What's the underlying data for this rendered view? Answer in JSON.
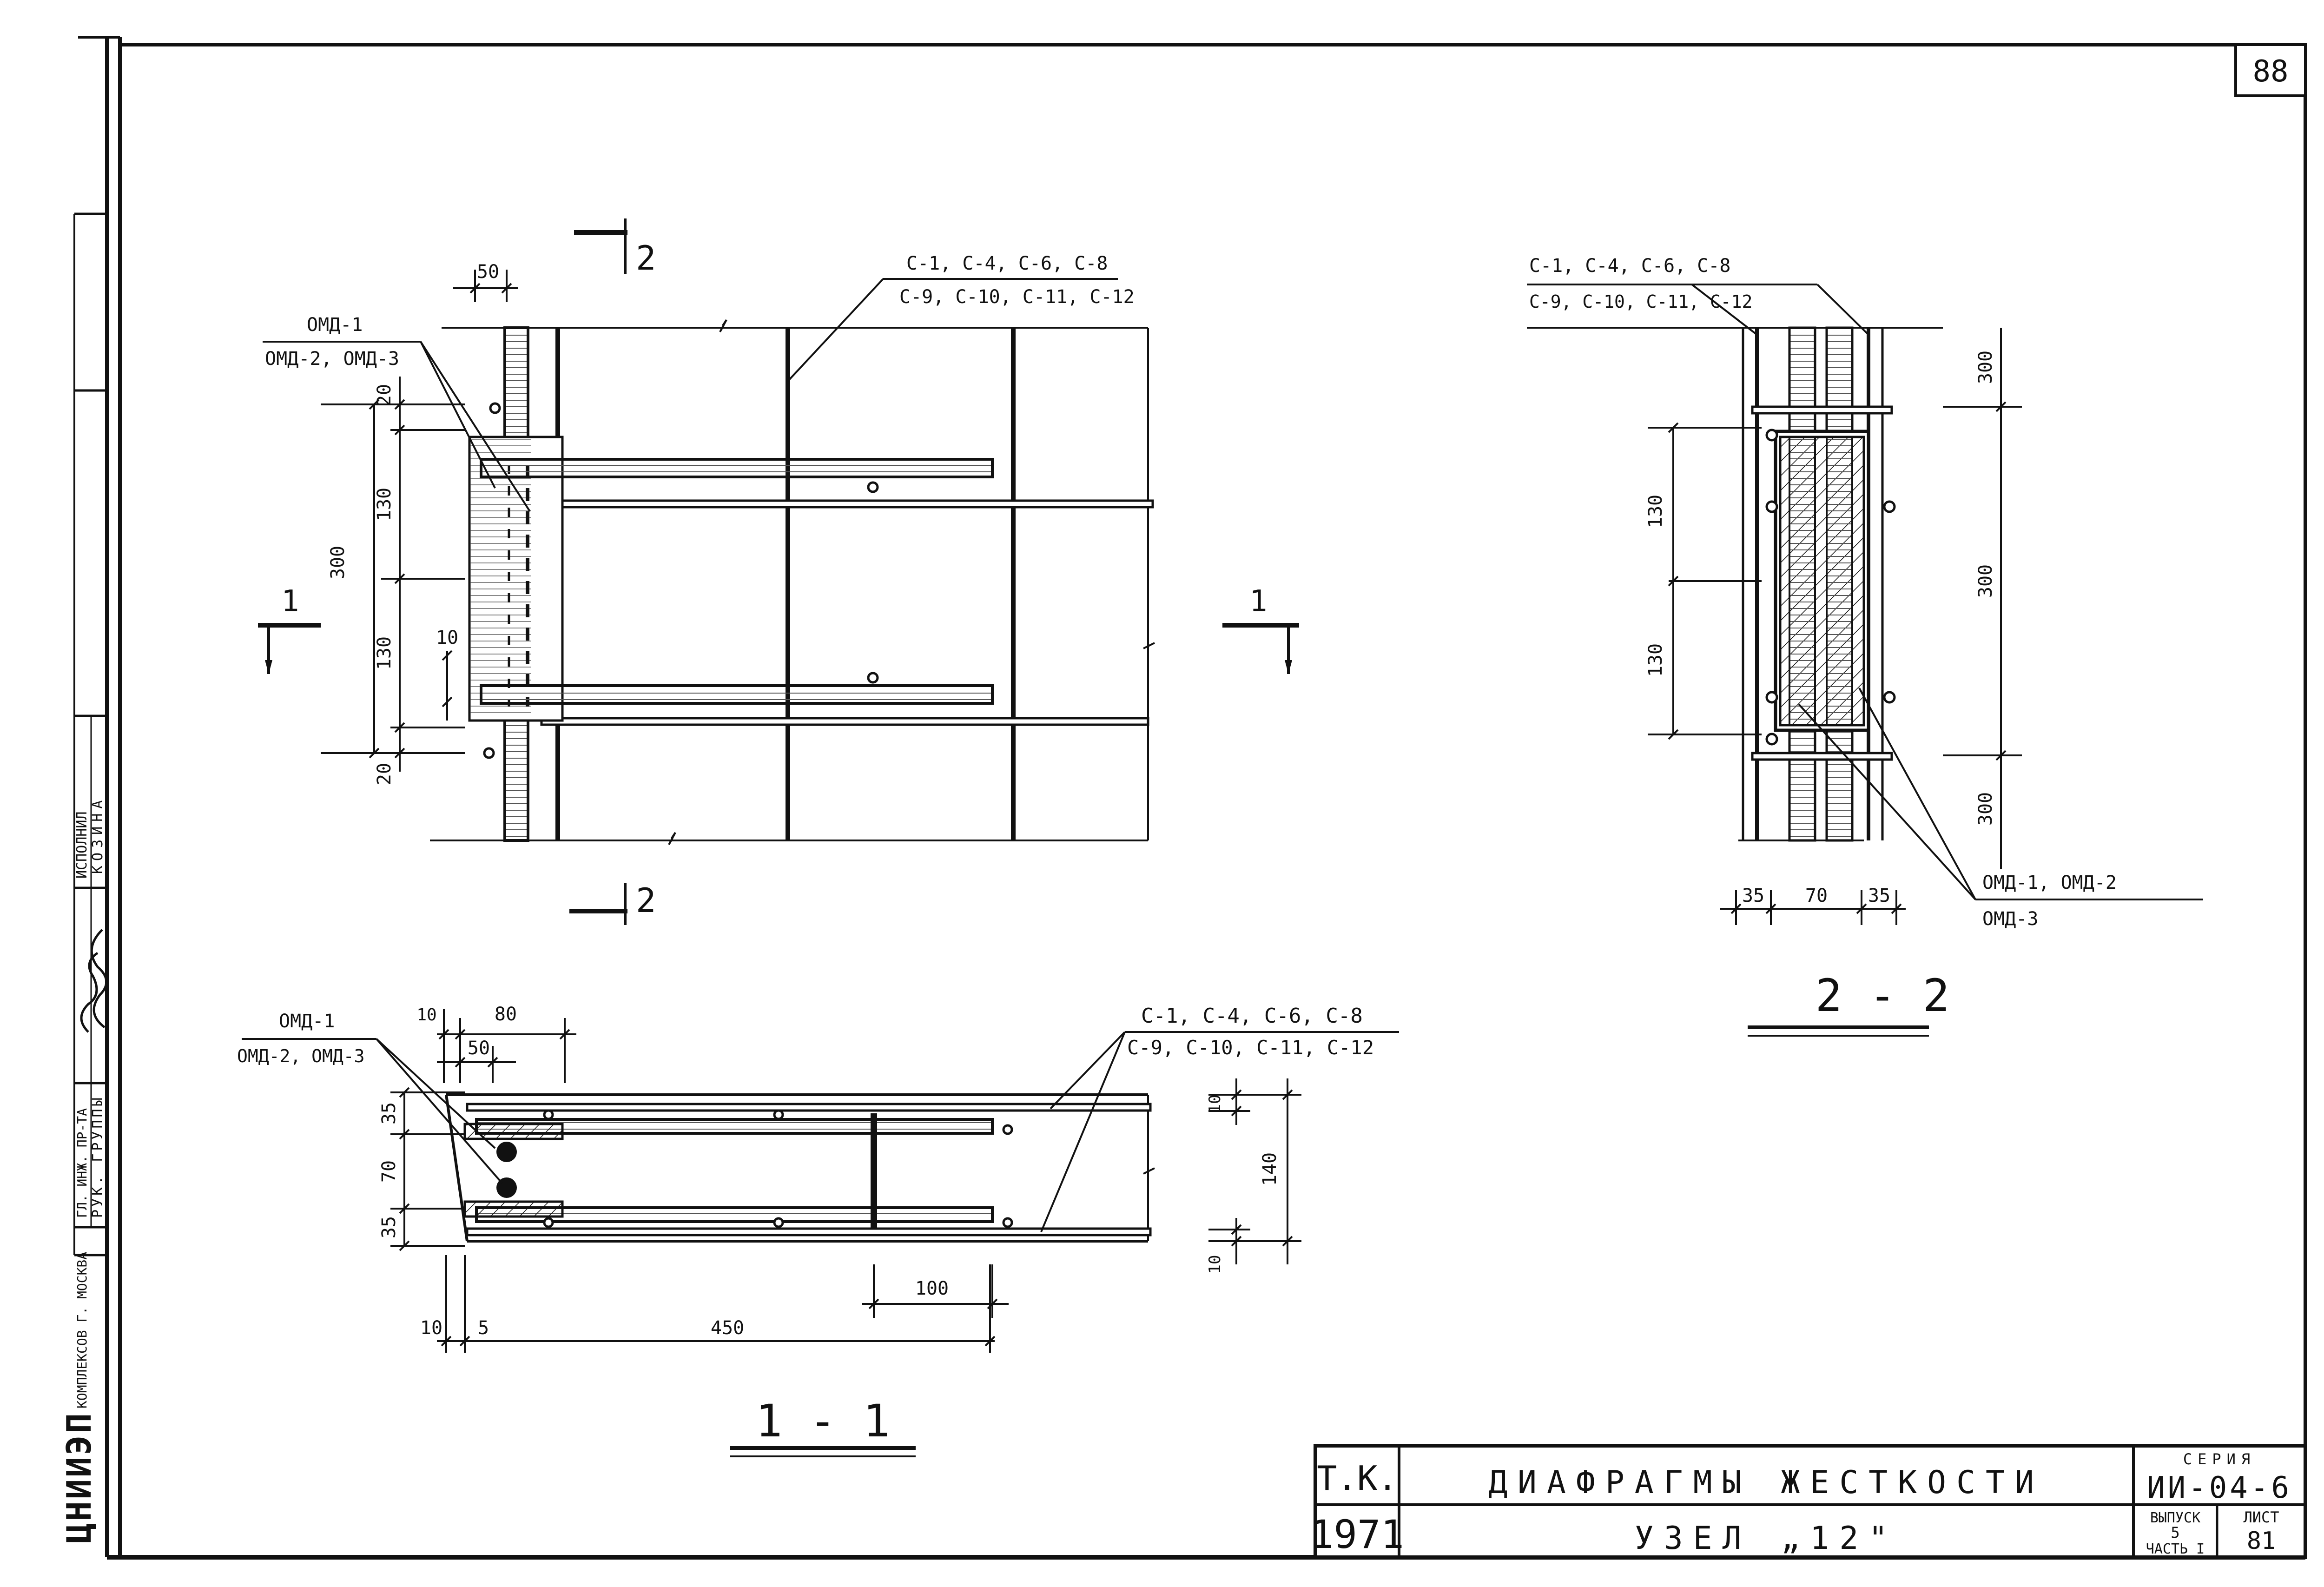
{
  "sheet": {
    "page_number": "88"
  },
  "left_strip": {
    "org_logo": "ЦНИИЭП",
    "org_city": "КОМПЛЕКСОВ Г. МОСКВА",
    "role_1": "ГЛ. ИНЖ. ПР-ТА",
    "role_2": "РУК. ГРУППЫ",
    "role_3": "ИСПОЛНИЛ",
    "name_3": "КОЗИНА"
  },
  "plan_view": {
    "cut_mark_label": "1",
    "section_mark_label": "2",
    "rebar_label_top": "С-1, С-4, С-6, С-8",
    "rebar_label_bottom": "С-9, С-10, С-11, С-12",
    "plate_label_top": "ОМД-1",
    "plate_label_bottom": "ОМД-2, ОМД-3",
    "dim_50": "50",
    "dim_20_top": "20",
    "dim_130_a": "130",
    "dim_300": "300",
    "dim_10": "10",
    "dim_130_b": "130",
    "dim_20_bottom": "20"
  },
  "section_2_2": {
    "rebar_label_top": "С-1, С-4, С-6, С-8",
    "rebar_label_bottom": "С-9, С-10, С-11, С-12",
    "dim_130_a": "130",
    "dim_130_b": "130",
    "dim_300_a": "300",
    "dim_300_b": "300",
    "dim_300_c": "300",
    "dim_35_a": "35",
    "dim_70": "70",
    "dim_35_b": "35",
    "plate_label_top": "ОМД-1, ОМД-2",
    "plate_label_bottom": "ОМД-3",
    "title": "2 - 2"
  },
  "section_1_1": {
    "plate_label_top": "ОМД-1",
    "plate_label_bottom": "ОМД-2, ОМД-3",
    "rebar_label_top": "С-1, С-4, С-6, С-8",
    "rebar_label_bottom": "С-9, С-10, С-11, С-12",
    "dim_10_top": "10",
    "dim_80": "80",
    "dim_50": "50",
    "dim_35_a": "35",
    "dim_70": "70",
    "dim_35_b": "35",
    "dim_10_left": "10",
    "dim_5": "5",
    "dim_450": "450",
    "dim_100": "100",
    "dim_10_r_top": "10",
    "dim_140": "140",
    "dim_10_r_bottom": "10",
    "title": "1 - 1"
  },
  "title_block": {
    "org_short": "Т.К.",
    "year": "1971",
    "title": "ДИАФРАГМЫ ЖЕСТКОСТИ",
    "subtitle": "УЗЕЛ „12\"",
    "series_label": "СЕРИЯ",
    "series_value": "ИИ-04-6",
    "issue_label": "ВЫПУСК",
    "issue_value": "5",
    "part_label": "ЧАСТЬ I",
    "sheet_label": "ЛИСТ",
    "sheet_value": "81"
  }
}
